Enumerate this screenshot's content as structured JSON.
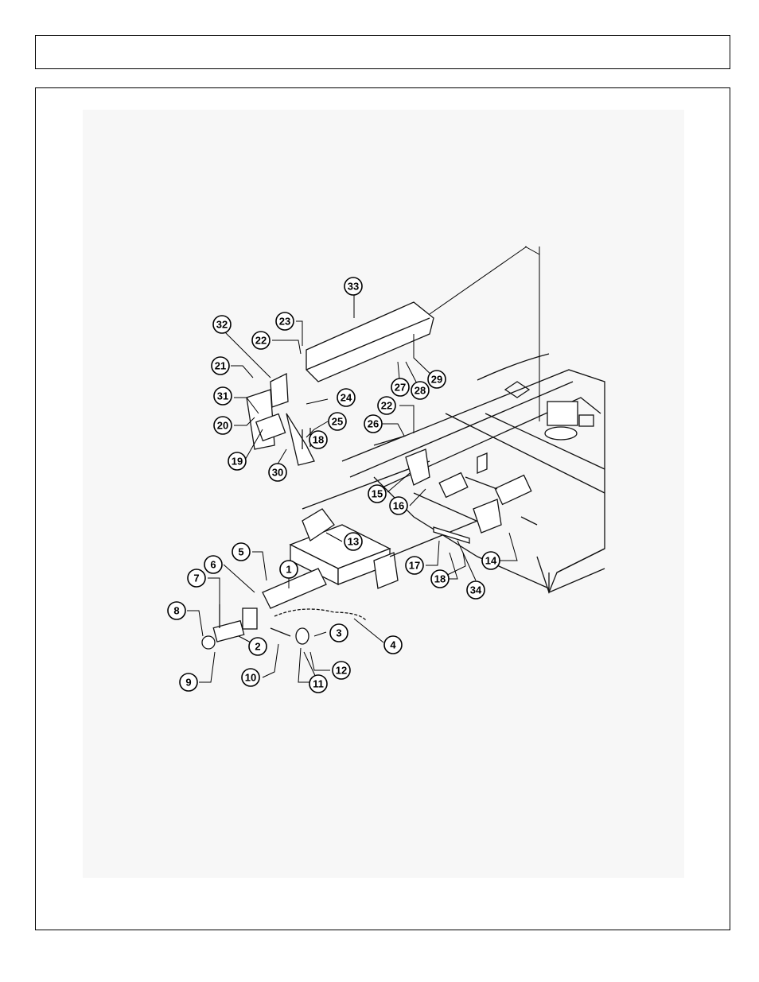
{
  "header": {
    "title": ""
  },
  "diagram": {
    "callouts": [
      {
        "id": "c1",
        "label": "1"
      },
      {
        "id": "c2",
        "label": "2"
      },
      {
        "id": "c3",
        "label": "3"
      },
      {
        "id": "c4",
        "label": "4"
      },
      {
        "id": "c5",
        "label": "5"
      },
      {
        "id": "c6",
        "label": "6"
      },
      {
        "id": "c7",
        "label": "7"
      },
      {
        "id": "c8",
        "label": "8"
      },
      {
        "id": "c9",
        "label": "9"
      },
      {
        "id": "c10",
        "label": "10"
      },
      {
        "id": "c11",
        "label": "11"
      },
      {
        "id": "c12",
        "label": "12"
      },
      {
        "id": "c13",
        "label": "13"
      },
      {
        "id": "c14",
        "label": "14"
      },
      {
        "id": "c15",
        "label": "15"
      },
      {
        "id": "c16",
        "label": "16"
      },
      {
        "id": "c17",
        "label": "17"
      },
      {
        "id": "c18a",
        "label": "18"
      },
      {
        "id": "c18b",
        "label": "18"
      },
      {
        "id": "c19",
        "label": "19"
      },
      {
        "id": "c20",
        "label": "20"
      },
      {
        "id": "c21",
        "label": "21"
      },
      {
        "id": "c22a",
        "label": "22"
      },
      {
        "id": "c22b",
        "label": "22"
      },
      {
        "id": "c23",
        "label": "23"
      },
      {
        "id": "c24",
        "label": "24"
      },
      {
        "id": "c25",
        "label": "25"
      },
      {
        "id": "c26",
        "label": "26"
      },
      {
        "id": "c27",
        "label": "27"
      },
      {
        "id": "c28",
        "label": "28"
      },
      {
        "id": "c29",
        "label": "29"
      },
      {
        "id": "c30",
        "label": "30"
      },
      {
        "id": "c31",
        "label": "31"
      },
      {
        "id": "c32",
        "label": "32"
      },
      {
        "id": "c33",
        "label": "33"
      },
      {
        "id": "c34",
        "label": "34"
      }
    ]
  }
}
